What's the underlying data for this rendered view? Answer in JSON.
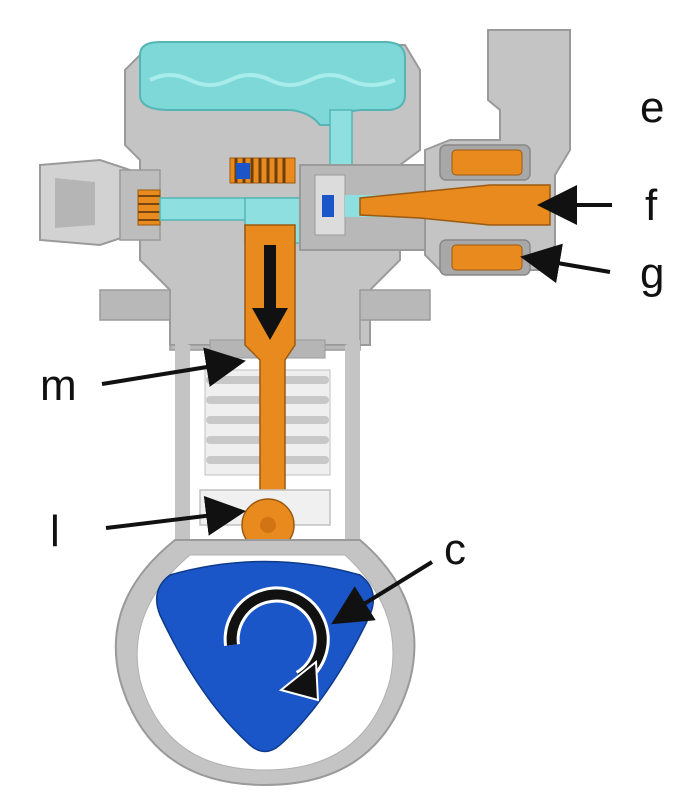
{
  "labels": {
    "e": "e",
    "f": "f",
    "g": "g",
    "m": "m",
    "l": "l",
    "c": "c"
  },
  "colors": {
    "housing": "#c4c4c4",
    "housing_dark": "#a8a8a8",
    "fuel_chamber": "#7fd8d8",
    "fuel_channel": "#8ee0e0",
    "piston": "#e88a1e",
    "cam": "#1a56c8",
    "spring": "#d9d9d9",
    "arrow": "#111111"
  },
  "icons": {
    "cam_rotation": "rotation-arrow-icon",
    "piston_direction": "down-arrow-icon"
  }
}
